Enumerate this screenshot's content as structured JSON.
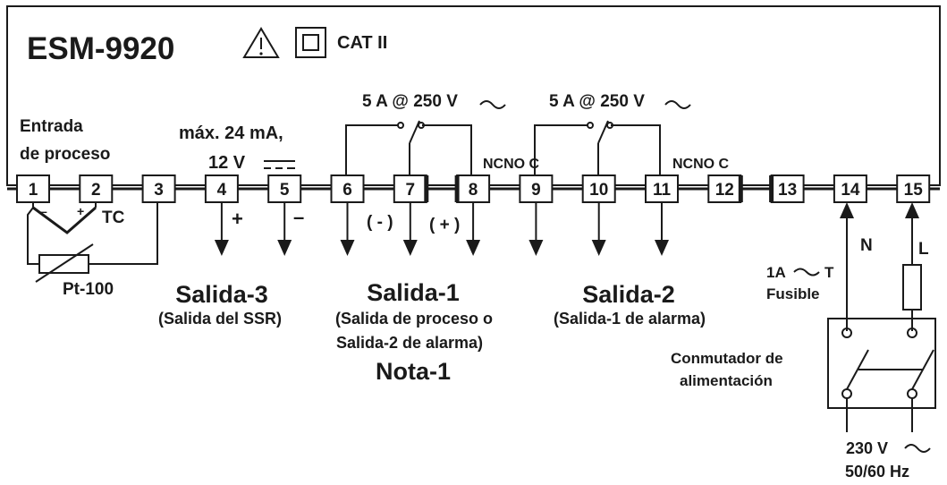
{
  "device": {
    "model": "ESM-9920",
    "category": "CAT II",
    "icons": [
      "warning-triangle-icon",
      "double-insulation-icon"
    ]
  },
  "terminals": [
    "1",
    "2",
    "3",
    "4",
    "5",
    "6",
    "7",
    "8",
    "9",
    "10",
    "11",
    "12",
    "13",
    "14",
    "15"
  ],
  "input": {
    "label_line1": "Entrada",
    "label_line2": "de proceso",
    "minus": "–",
    "plus": "+",
    "tc": "TC",
    "rtd": "Pt-100"
  },
  "output3": {
    "rating_line1": "máx. 24 mA,",
    "rating_line2": "12 V",
    "plus": "+",
    "minus": "–",
    "title": "Salida-3",
    "subtitle": "(Salida del SSR)"
  },
  "output1": {
    "rating": "5 A @ 250 V",
    "contacts": "NCNO C",
    "minus": "( - )",
    "plus": "( + )",
    "title": "Salida-1",
    "subtitle_line1": "(Salida de proceso o",
    "subtitle_line2": "Salida-2 de alarma)",
    "note": "Nota-1"
  },
  "output2": {
    "rating": "5 A @ 250 V",
    "contacts": "NCNO C",
    "title": "Salida-2",
    "subtitle": "(Salida-1 de alarma)"
  },
  "power": {
    "neutral": "N",
    "line": "L",
    "fuse_line1": "1A",
    "fuse_t": "T",
    "fuse_line2": "Fusible",
    "switch_line1": "Conmutador de",
    "switch_line2": "alimentación",
    "voltage": "230 V",
    "frequency": "50/60 Hz"
  }
}
